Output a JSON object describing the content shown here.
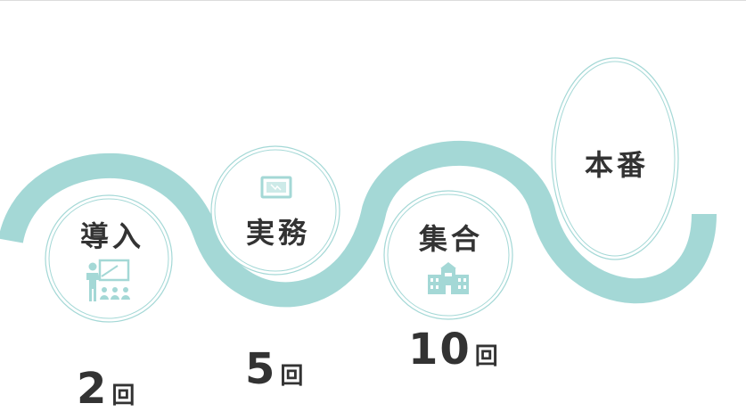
{
  "colors": {
    "wave": "#a4d8d6",
    "ring": "#a4d8d6",
    "icon": "#a4d8d6",
    "text": "#333333"
  },
  "steps": [
    {
      "label": "導入",
      "count": "2",
      "unit": "回",
      "icon": "teacher-whiteboard-icon"
    },
    {
      "label": "実務",
      "count": "5",
      "unit": "回",
      "icon": "monitor-icon"
    },
    {
      "label": "集合",
      "count": "10",
      "unit": "回",
      "icon": "school-building-icon"
    },
    {
      "label": "本番"
    }
  ]
}
